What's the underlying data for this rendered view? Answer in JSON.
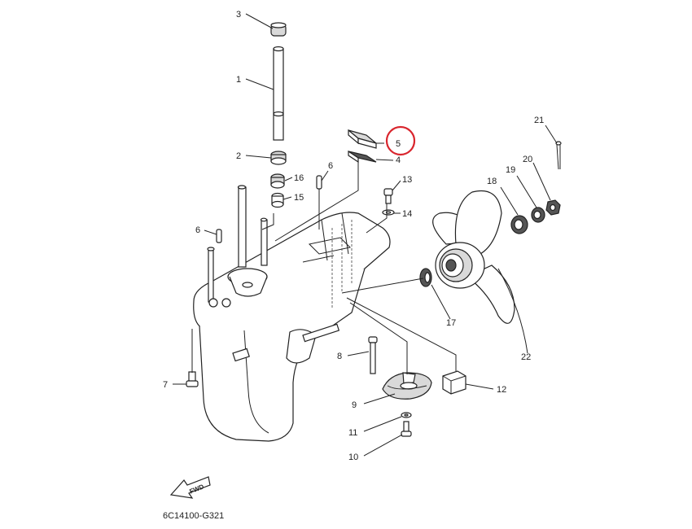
{
  "callouts": [
    {
      "id": "c1",
      "label": "1"
    },
    {
      "id": "c2",
      "label": "2"
    },
    {
      "id": "c3",
      "label": "3"
    },
    {
      "id": "c4",
      "label": "4"
    },
    {
      "id": "c5",
      "label": "5"
    },
    {
      "id": "c6a",
      "label": "6"
    },
    {
      "id": "c6b",
      "label": "6"
    },
    {
      "id": "c7",
      "label": "7"
    },
    {
      "id": "c8",
      "label": "8"
    },
    {
      "id": "c9",
      "label": "9"
    },
    {
      "id": "c10",
      "label": "10"
    },
    {
      "id": "c11",
      "label": "11"
    },
    {
      "id": "c12",
      "label": "12"
    },
    {
      "id": "c13",
      "label": "13"
    },
    {
      "id": "c14",
      "label": "14"
    },
    {
      "id": "c15",
      "label": "15"
    },
    {
      "id": "c16",
      "label": "16"
    },
    {
      "id": "c17",
      "label": "17"
    },
    {
      "id": "c18",
      "label": "18"
    },
    {
      "id": "c19",
      "label": "19"
    },
    {
      "id": "c20",
      "label": "20"
    },
    {
      "id": "c21",
      "label": "21"
    },
    {
      "id": "c22",
      "label": "22"
    }
  ],
  "highlighted_callout": "5",
  "highlight_color": "#d9262e",
  "fwd_label": "FWD",
  "diagram_code": "6C14100-G321"
}
